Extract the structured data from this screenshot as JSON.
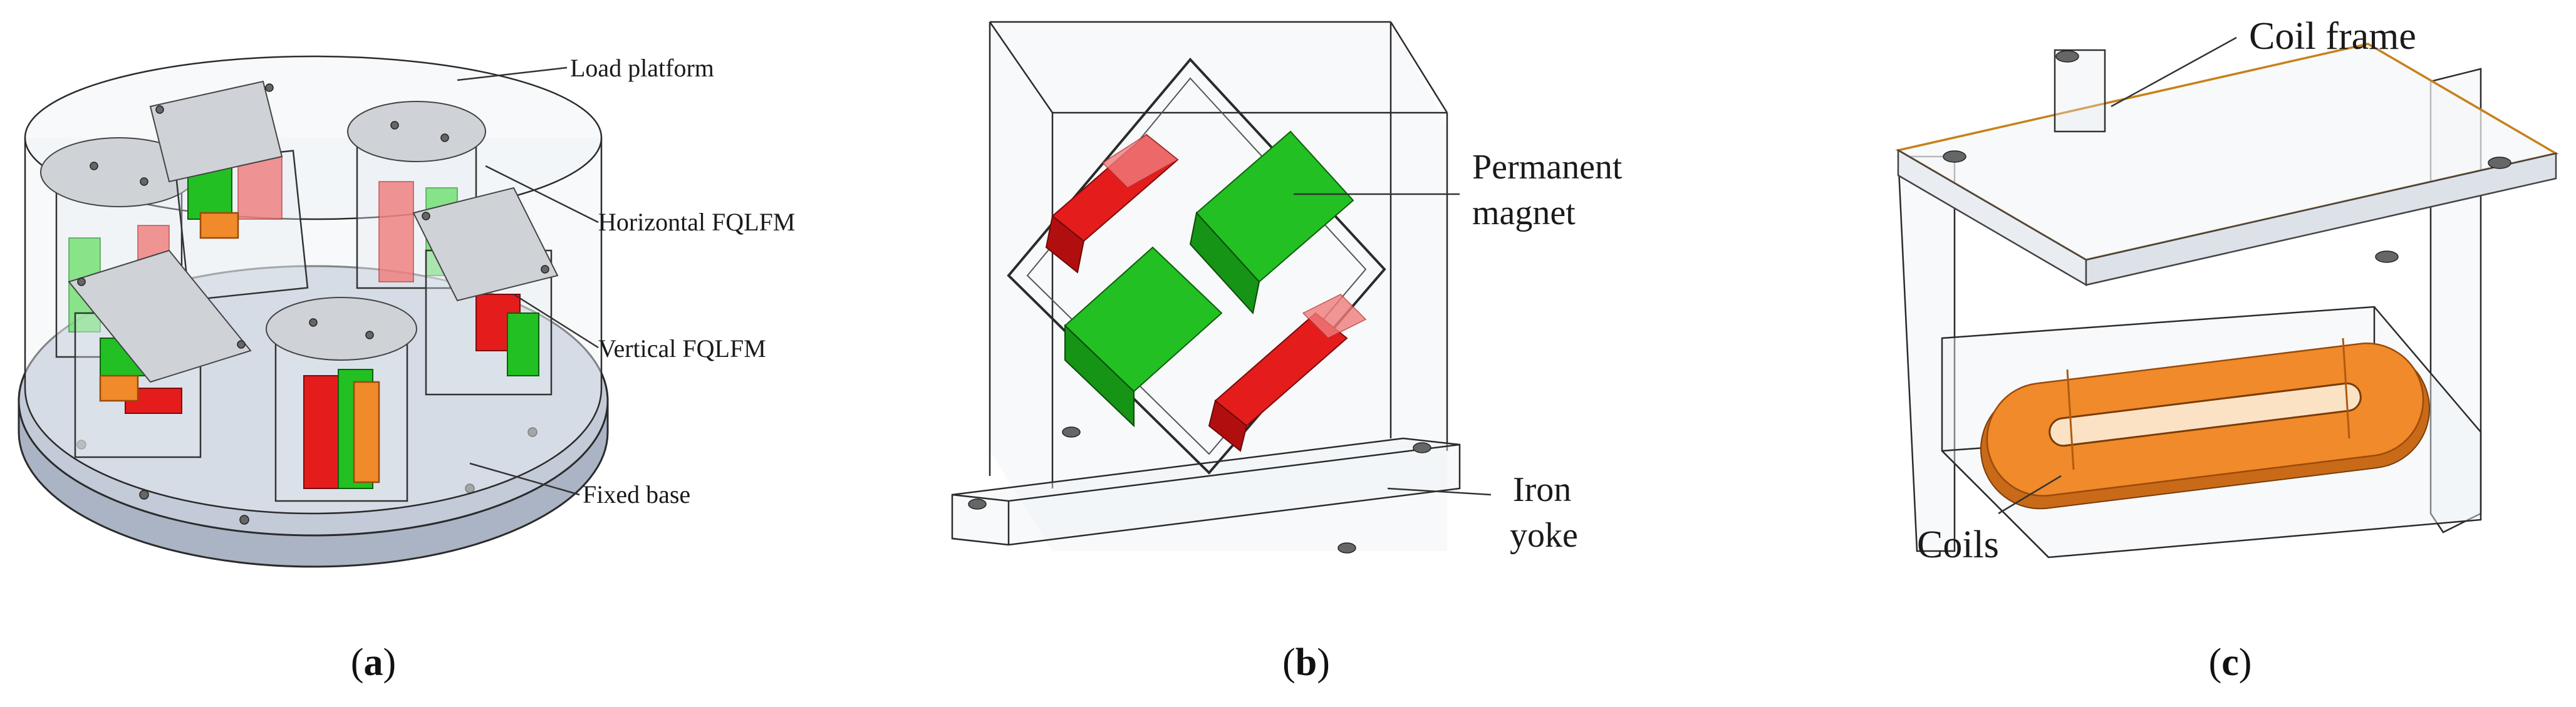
{
  "panels": [
    {
      "id": "a",
      "caption_open": "(",
      "caption_letter": "a",
      "caption_close": ")",
      "labels": {
        "load_platform": "Load platform",
        "horizontal": "Horizontal FQLFM",
        "vertical": "Vertical FQLFM",
        "fixed_base": "Fixed base"
      }
    },
    {
      "id": "b",
      "caption_open": "(",
      "caption_letter": "b",
      "caption_close": ")",
      "labels": {
        "pm_line1": "Permanent",
        "pm_line2": "magnet",
        "iron_line1": "Iron",
        "iron_line2": "yoke"
      }
    },
    {
      "id": "c",
      "caption_open": "(",
      "caption_letter": "c",
      "caption_close": ")",
      "labels": {
        "coil_frame": "Coil frame",
        "coils": "Coils"
      }
    }
  ],
  "colors": {
    "magnet_red": "#e51c1c",
    "magnet_green": "#22c022",
    "coil_orange": "#f08a2a",
    "transparent_frame": "#eef2f6"
  }
}
